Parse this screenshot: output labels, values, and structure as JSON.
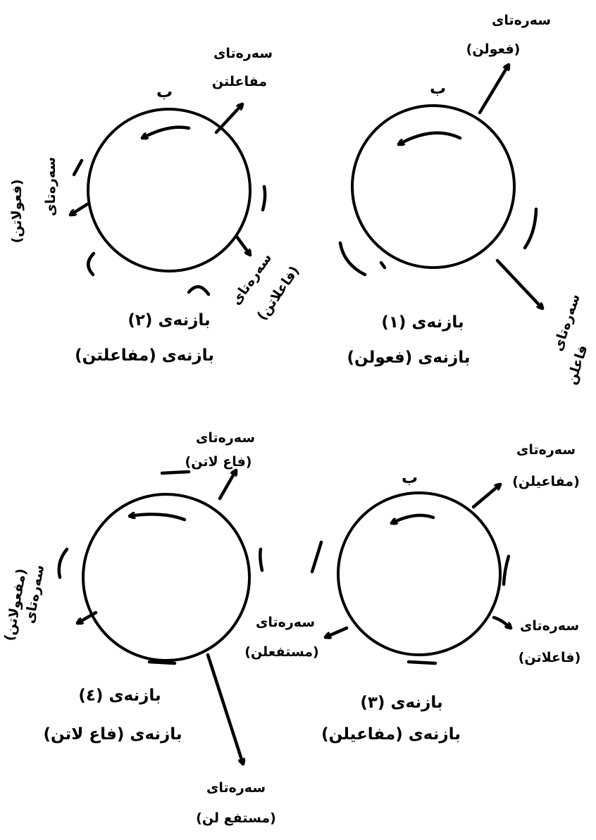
{
  "circles": [
    {
      "title": "بازنه‌ی (١)",
      "subtitle": "بازنه‌ی (فعولن)",
      "labels": [
        {
          "l1": "سه‌ره‌تای",
          "l2": "(فعولن)"
        },
        {
          "l1": "سه‌ره‌تای",
          "l2": "فاعلن"
        }
      ]
    },
    {
      "title": "بازنه‌ی (٢)",
      "subtitle": "بازنه‌ی (مفاعلتن)",
      "labels": [
        {
          "l1": "سه‌ره‌تای",
          "l2": "مفاعلتن"
        },
        {
          "l1": "سه‌ره‌تای",
          "l2": "(فعولاتن)"
        },
        {
          "l1": "سه‌ره‌تای",
          "l2": "(فاعلاتن)"
        }
      ]
    },
    {
      "title": "بازنه‌ی (٣)",
      "subtitle": "بازنه‌ی (مفاعیلن)",
      "labels": [
        {
          "l1": "سه‌ره‌تای",
          "l2": "(مفاعیلن)"
        },
        {
          "l1": "سه‌ره‌تای",
          "l2": "(فاعلاتن)"
        },
        {
          "l1": "سه‌ره‌تای",
          "l2": "(مستفعلن)"
        }
      ]
    },
    {
      "title": "بازنه‌ی (٤)",
      "subtitle": "بازنه‌ی (فاع لاتن)",
      "labels": [
        {
          "l1": "سه‌ره‌تای",
          "l2": "(فاع لاتن)"
        },
        {
          "l1": "سه‌ره‌تای",
          "l2": "(مفعولاتن)"
        },
        {
          "l1": "سه‌ره‌تای",
          "l2": "(مستفع لن)"
        }
      ]
    }
  ],
  "mark_glyph": "ب"
}
